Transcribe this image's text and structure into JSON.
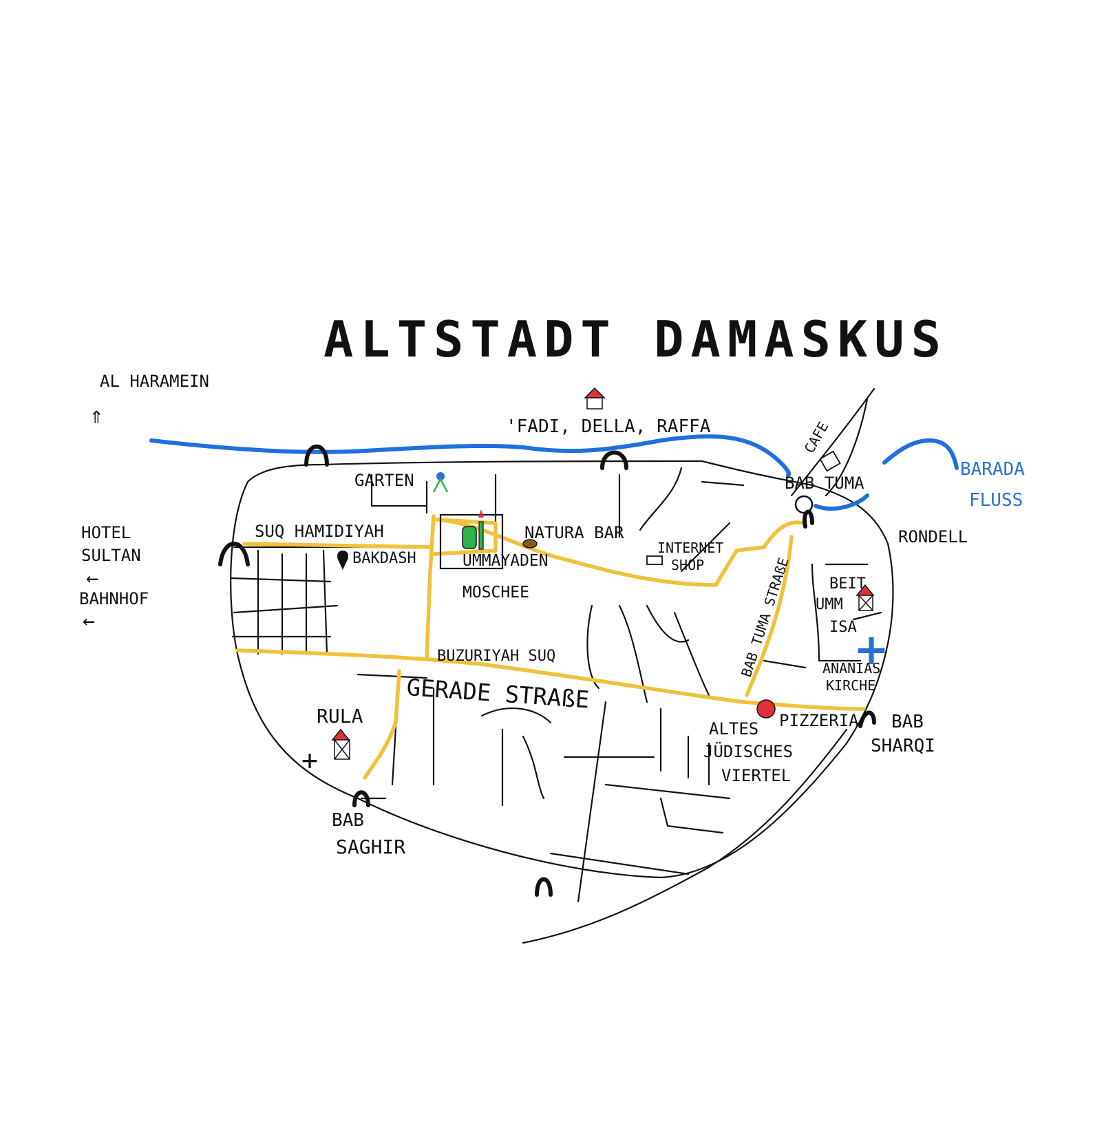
{
  "title": "ALTSTADT DAMASKUS",
  "labels": {
    "al_haramein": "AL HARAMEIN",
    "fadi": "'FADI, DELLA, RAFFA",
    "garten": "GARTEN",
    "suq_hamidiyah": "SUQ HAMIDIYAH",
    "bakdash": "BAKDASH",
    "ummayaden": "UMMAYADEN",
    "moschee": "MOSCHEE",
    "natura_bar": "NATURA BAR",
    "internet": "INTERNET",
    "shop": "SHOP",
    "cafe": "CAFE",
    "bab_tuma": "BAB TUMA",
    "barada": "BARADA",
    "fluss": "FLUSS",
    "rondell": "RONDELL",
    "bab_tuma_strasse": "BAB TUMA STRAßE",
    "beit": "BEIT",
    "umm": "UMM",
    "isa": "ISA",
    "ananias": "ANANIAS",
    "kirche": "KIRCHE",
    "hotel": "HOTEL",
    "sultan": "SULTAN",
    "bahnhof": "BAHNHOF",
    "buzuriyah": "BUZURIYAH SUQ",
    "gerade_strasse": "GERADE STRAßE",
    "rula": "RULA",
    "pizzeria": "PIZZERIA",
    "bab": "BAB",
    "sharqi": "SHARQI",
    "altes": "ALTES",
    "juedisches": "JÜDISCHES",
    "viertel": "VIERTEL",
    "bab2": "BAB",
    "saghir": "SAGHIR"
  },
  "glyphs": {
    "arrow_up": "⇑",
    "arrow_left": "←",
    "cross": "+"
  },
  "colors": {
    "river": "#1e6fe0",
    "main_road": "#f0c23a",
    "ink": "#111111",
    "house_roof": "#e0303a",
    "label_blue": "#2a6fd6"
  }
}
